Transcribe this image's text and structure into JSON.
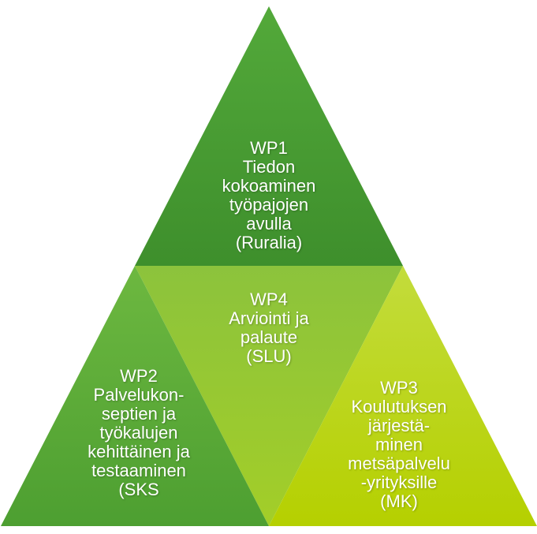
{
  "colors": {
    "wp1_top": "#53a93a",
    "wp1_bottom": "#3e8f2c",
    "wp4_top": "#8cc33c",
    "wp4_bottom": "#a3ce28",
    "wp2_top": "#6db840",
    "wp2_bottom": "#4d9f31",
    "wp3_top": "#c3dc3c",
    "wp3_bottom": "#b5d000",
    "text": "#ffffff"
  },
  "segments": {
    "wp1": {
      "lines": [
        "WP1",
        "Tiedon",
        "kokoaminen",
        "työpajojen",
        "avulla",
        "(Ruralia)"
      ]
    },
    "wp4": {
      "lines": [
        "WP4",
        "Arviointi ja",
        "palaute",
        "(SLU)"
      ]
    },
    "wp2": {
      "lines": [
        "WP2",
        "Palvelukon-",
        "septien ja",
        "työkalujen",
        "kehittäinen ja",
        "testaaminen",
        "(SKS"
      ]
    },
    "wp3": {
      "lines": [
        "WP3",
        "Koulutuksen",
        "järjestä-",
        "minen",
        "metsäpalvelu",
        "-yrityksille",
        "(MK)"
      ]
    }
  }
}
